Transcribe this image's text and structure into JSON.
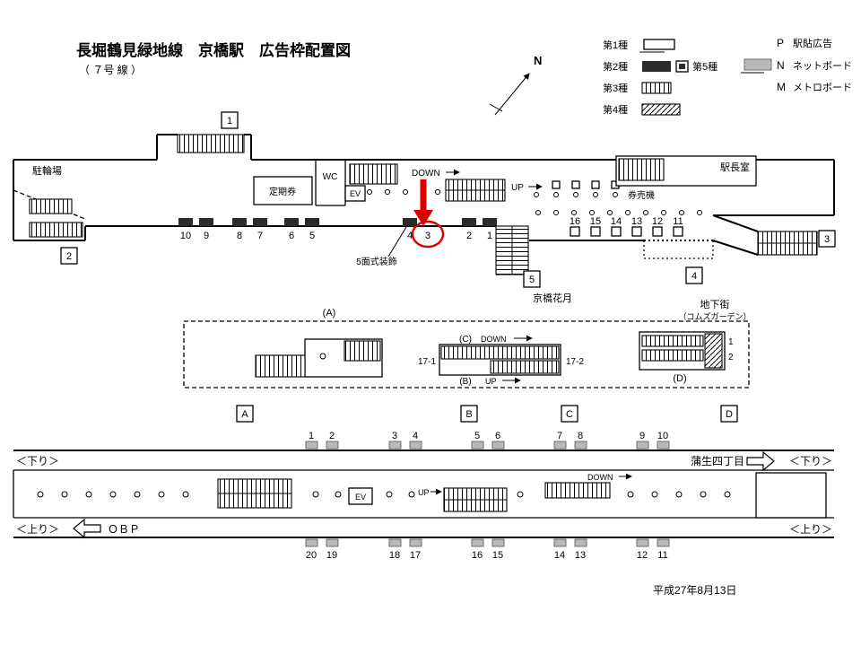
{
  "title": {
    "main": "長堀鶴見緑地線　京橋駅　広告枠配置図",
    "sub": "（ ７号 線 ）"
  },
  "compass": {
    "north": "N"
  },
  "legend": {
    "type1": "第1種",
    "type2": "第2種",
    "type3": "第3種",
    "type4": "第4種",
    "type5": "第5種",
    "p_code": "P",
    "p_label": "駅貼広告",
    "n_code": "N",
    "n_label": "ネットボード",
    "m_code": "M",
    "m_label": "メトロボード"
  },
  "labels": {
    "up": "UP",
    "down": "DOWN",
    "ev": "EV",
    "wc": "WC"
  },
  "concourse": {
    "bike_parking": "駐輪場",
    "commuter_pass": "定期券",
    "station_office": "駅長室",
    "ticket_machines": "券売機",
    "decoration": "5面式装飾",
    "kagetsu": "京橋花月",
    "chikagai": "地下街",
    "chikagai_sub": "（コムズガーデン）",
    "exits": [
      "1",
      "2",
      "3",
      "4",
      "5"
    ],
    "frames_west": [
      "10",
      "9",
      "8",
      "7",
      "6",
      "5"
    ],
    "frames_mid": [
      "4",
      "3"
    ],
    "frames_mid2": [
      "2",
      "1"
    ],
    "frames_east": [
      "16",
      "15",
      "14",
      "13",
      "12",
      "11"
    ],
    "highlighted_frame": "3"
  },
  "mezzanine": {
    "area_a": "(A)",
    "area_b": "(B)",
    "area_c": "(C)",
    "area_d": "(D)",
    "frame_17_1": "17-1",
    "frame_17_2": "17-2",
    "d_frame_1": "1",
    "d_frame_2": "2",
    "stairs": [
      "A",
      "B",
      "C",
      "D"
    ]
  },
  "platform": {
    "down_line": "＜下り＞",
    "up_line": "＜上り＞",
    "gamo": "蒲生四丁目",
    "obp": "ＯＢＰ",
    "frames_top": [
      "1",
      "2",
      "3",
      "4",
      "5",
      "6",
      "7",
      "8",
      "9",
      "10"
    ],
    "frames_bottom": [
      "20",
      "19",
      "18",
      "17",
      "16",
      "15",
      "14",
      "13",
      "12",
      "11"
    ]
  },
  "footer": {
    "date": "平成27年8月13日"
  },
  "colors": {
    "highlight_red": "#dd0000",
    "frame_black": "#2b2b2b",
    "board_gray": "#b9b9b9"
  }
}
